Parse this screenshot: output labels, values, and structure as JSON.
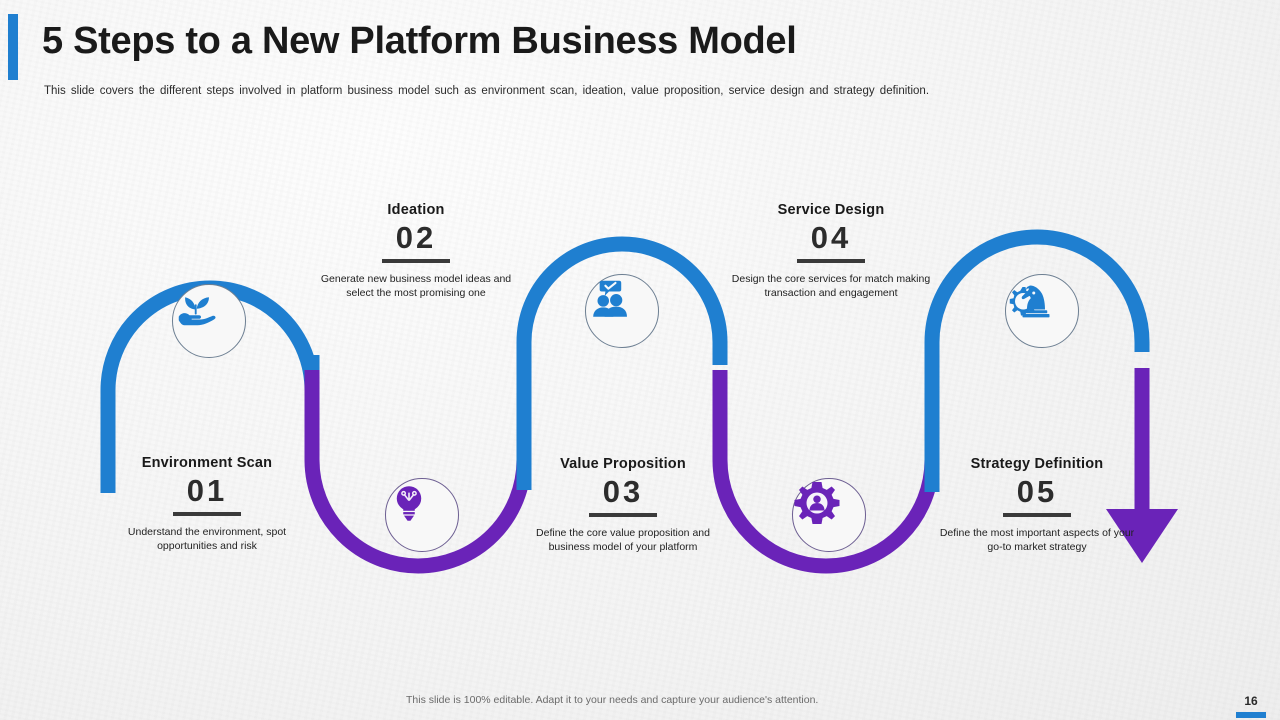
{
  "slide": {
    "title": "5 Steps to a New Platform Business Model",
    "subtitle": "This slide covers the different  steps involved  in platform business model such as environment  scan, ideation, value  proposition,  service  design and strategy definition.",
    "footer_note": "This slide is 100% editable. Adapt it to your needs and capture your audience's attention.",
    "page_number": "16",
    "colors": {
      "blue": "#1f7fd0",
      "purple": "#6a23b8",
      "background": "#f4f4f4",
      "title_text": "#1a1a1a"
    }
  },
  "steps": [
    {
      "number": "01",
      "title": "Environment Scan",
      "description": "Understand the environment, spot opportunities and risk",
      "icon": "hand-plant-icon",
      "color": "#1f7fd0"
    },
    {
      "number": "02",
      "title": "Ideation",
      "description": "Generate new business model ideas and select the most promising one",
      "icon": "lightbulb-icon",
      "color": "#6a23b8"
    },
    {
      "number": "03",
      "title": "Value Proposition",
      "description": "Define the core value proposition and business model of your platform",
      "icon": "people-chat-icon",
      "color": "#1f7fd0"
    },
    {
      "number": "04",
      "title": "Service Design",
      "description": "Design the core services for match making transaction and engagement",
      "icon": "gear-person-icon",
      "color": "#6a23b8"
    },
    {
      "number": "05",
      "title": "Strategy Definition",
      "description": "Define the most important aspects of your go-to market strategy",
      "icon": "chess-knight-gear-icon",
      "color": "#1f7fd0"
    }
  ]
}
